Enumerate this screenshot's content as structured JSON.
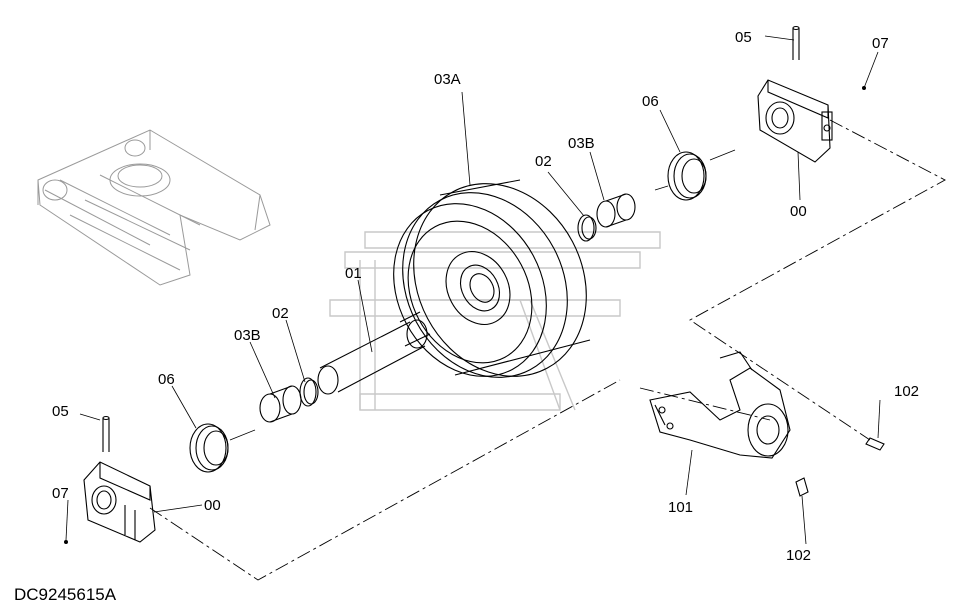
{
  "drawing_code": "DC9245615A",
  "labels": {
    "p01": "01",
    "p02_left": "02",
    "p02_right": "02",
    "p03a": "03A",
    "p03b_left": "03B",
    "p03b_right": "03B",
    "p05_left": "05",
    "p05_right": "05",
    "p06_left": "06",
    "p06_right": "06",
    "p07_left": "07",
    "p07_right": "07",
    "p00_left": "00",
    "p00_right": "00",
    "p101": "101",
    "p102_top": "102",
    "p102_bottom": "102"
  }
}
